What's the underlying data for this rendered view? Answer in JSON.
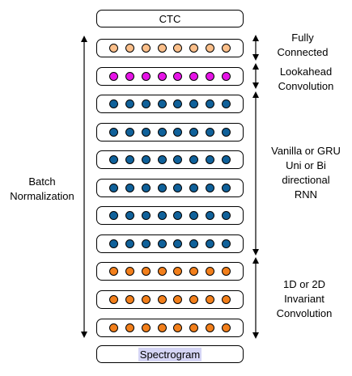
{
  "top_box": {
    "label": "CTC"
  },
  "bottom_box": {
    "label": "Spectrogram"
  },
  "left_label": {
    "line1": "Batch",
    "line2": "Normalization"
  },
  "right_labels": [
    {
      "line1": "Fully",
      "line2": "Connected"
    },
    {
      "line1": "Lookahead",
      "line2": "Convolution"
    },
    {
      "line1": "Vanilla or GRU",
      "line2": "Uni or Bi",
      "line3": "directional",
      "line4": "RNN"
    },
    {
      "line1": "1D or 2D",
      "line2": "Invariant",
      "line3": "Convolution"
    }
  ],
  "colors": {
    "fully_connected": "#fbbf8a",
    "lookahead": "#e613e6",
    "rnn": "#10619a",
    "convolution": "#f27f1b",
    "spectrogram_highlight": "#d5d5f5"
  },
  "layers": [
    {
      "type": "fully_connected",
      "dots": 8
    },
    {
      "type": "lookahead",
      "dots": 8
    },
    {
      "type": "rnn",
      "dots": 8
    },
    {
      "type": "rnn",
      "dots": 8
    },
    {
      "type": "rnn",
      "dots": 8
    },
    {
      "type": "rnn",
      "dots": 8
    },
    {
      "type": "rnn",
      "dots": 8
    },
    {
      "type": "rnn",
      "dots": 8
    },
    {
      "type": "convolution",
      "dots": 8
    },
    {
      "type": "convolution",
      "dots": 8
    },
    {
      "type": "convolution",
      "dots": 8
    }
  ]
}
